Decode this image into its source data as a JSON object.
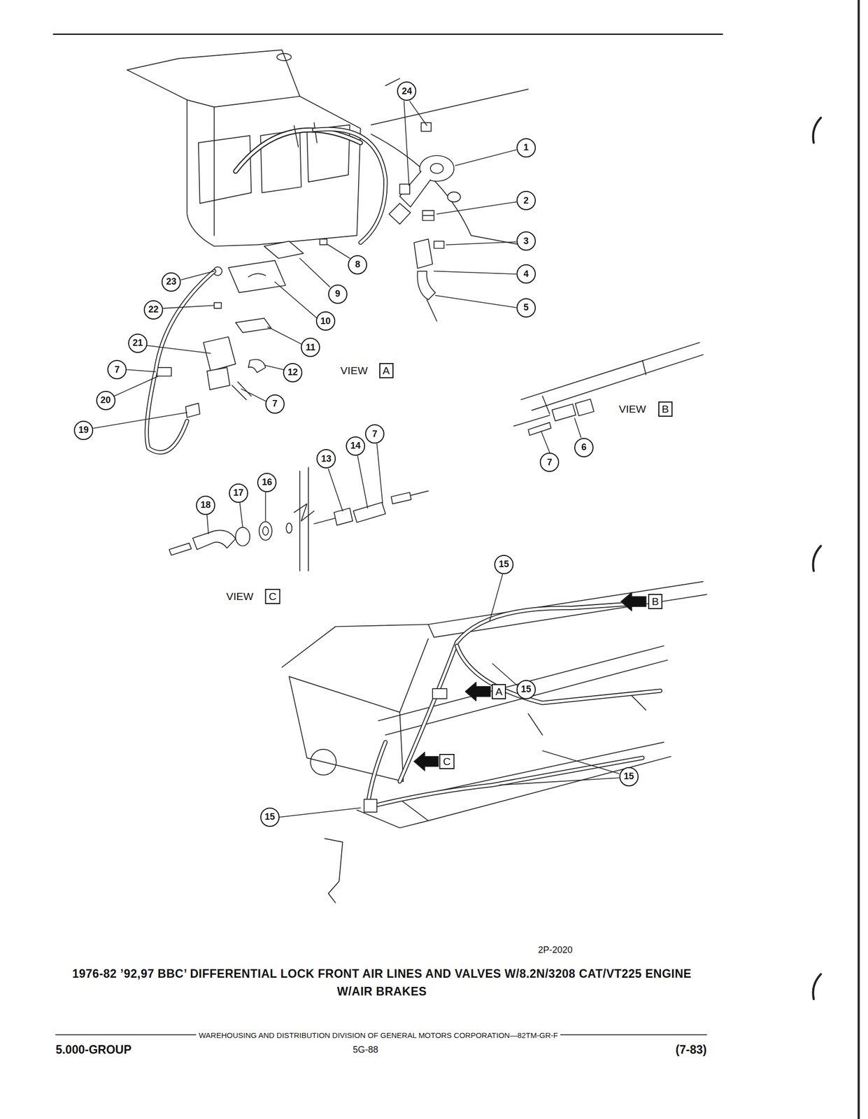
{
  "diagram": {
    "title": "1976-82 ’92,97 BBC’ DIFFERENTIAL LOCK FRONT AIR LINES AND VALVES W/8.2N/3208 CAT/VT225 ENGINE W/AIR BRAKES",
    "labels": [
      "24",
      "1",
      "2",
      "3",
      "4",
      "5",
      "8",
      "9",
      "23",
      "22",
      "10",
      "11",
      "21",
      "7",
      "12",
      "20",
      "7",
      "19",
      "VIEW",
      "A",
      "VIEW",
      "B",
      "7",
      "6",
      "7",
      "14",
      "13",
      "16",
      "17",
      "18",
      "VIEW",
      "C",
      "15",
      "B",
      "A",
      "15",
      "C",
      "15",
      "15",
      "2P-2020",
      "WAREHOUSING AND DISTRIBUTION DIVISION OF GENERAL MOTORS CORPORATION—82TM-GR-F",
      "5.000-GROUP",
      "5G-88",
      "(7-83)"
    ]
  }
}
